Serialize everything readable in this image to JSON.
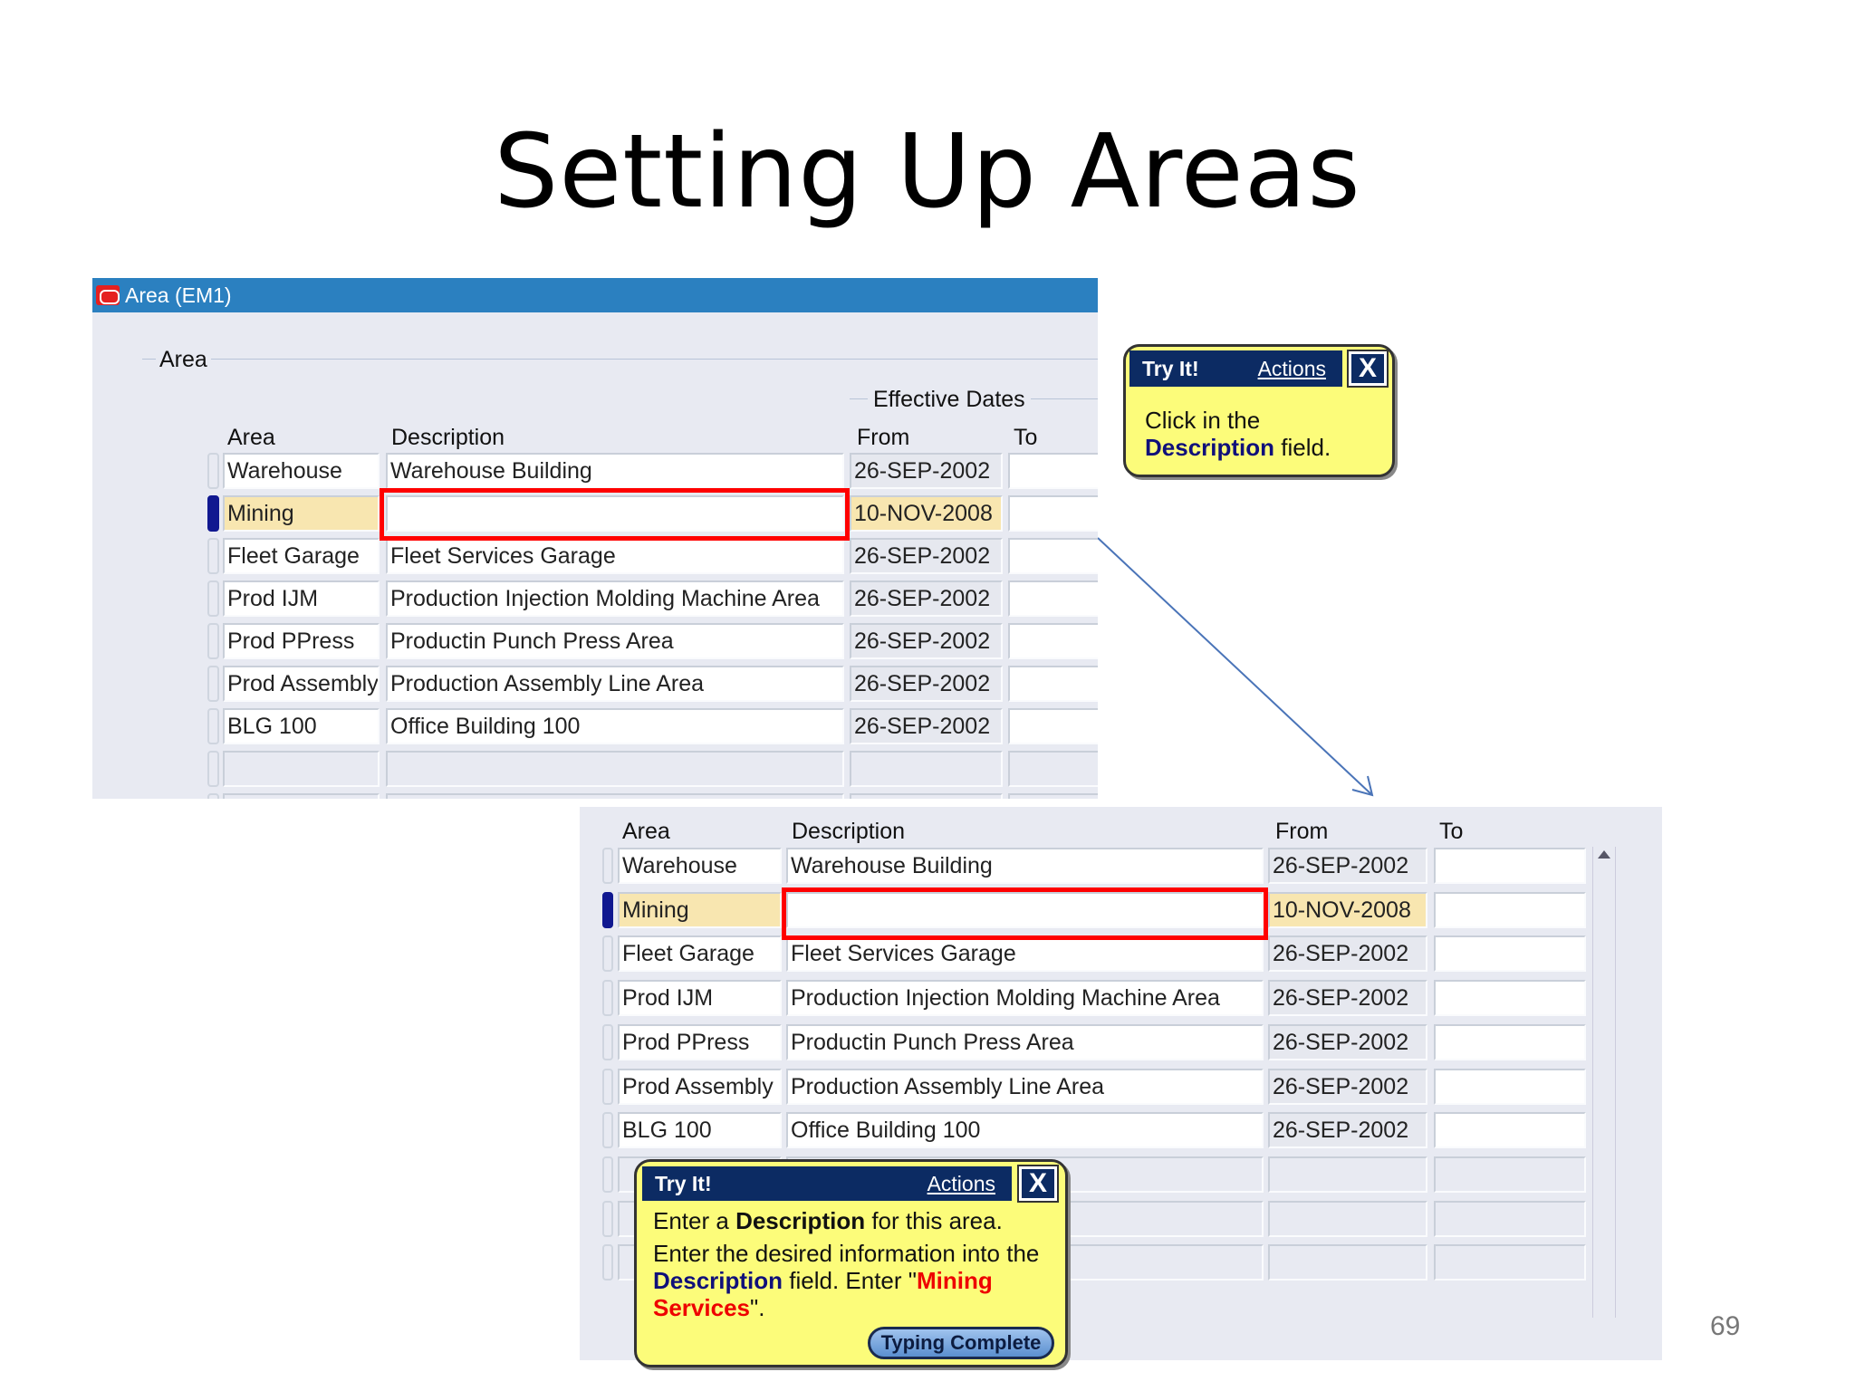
{
  "slide": {
    "title": "Setting Up Areas",
    "page_number": "69"
  },
  "window": {
    "title": "Area (EM1)",
    "group_label": "Area",
    "effective_dates_label": "Effective Dates"
  },
  "table": {
    "headers": {
      "area": "Area",
      "description": "Description",
      "from": "From",
      "to": "To"
    },
    "rows": [
      {
        "area": "Warehouse",
        "description": "Warehouse Building",
        "from": "26-SEP-2002",
        "to": ""
      },
      {
        "area": "Mining",
        "description": "",
        "from": "10-NOV-2008",
        "to": "",
        "selected": true
      },
      {
        "area": "Fleet Garage",
        "description": "Fleet Services Garage",
        "from": "26-SEP-2002",
        "to": ""
      },
      {
        "area": "Prod IJM",
        "description": "Production Injection Molding Machine Area",
        "from": "26-SEP-2002",
        "to": ""
      },
      {
        "area": "Prod PPress",
        "description": "Productin Punch Press Area",
        "from": "26-SEP-2002",
        "to": ""
      },
      {
        "area": "Prod Assembly",
        "description": "Production Assembly Line Area",
        "from": "26-SEP-2002",
        "to": ""
      },
      {
        "area": "BLG 100",
        "description": "Office Building 100",
        "from": "26-SEP-2002",
        "to": ""
      }
    ]
  },
  "callout1": {
    "header": "Try It!",
    "actions": "Actions",
    "close": "X",
    "line1": "Click in the",
    "bold": "Description",
    "line2": " field."
  },
  "callout2": {
    "header": "Try It!",
    "actions": "Actions",
    "close": "X",
    "p1_a": "Enter a ",
    "p1_bold": "Description",
    "p1_b": " for this area.",
    "p2_a": "Enter the desired information into the ",
    "p2_bold": "Description",
    "p2_b": " field. Enter \"",
    "p2_red": "Mining Services",
    "p2_c": "\".",
    "button": "Typing Complete"
  },
  "colors": {
    "titlebar": "#2b80c0",
    "highlight_box": "#ff0000",
    "callout_bg": "#fcfc7a",
    "callout_header": "#0c2b63"
  }
}
